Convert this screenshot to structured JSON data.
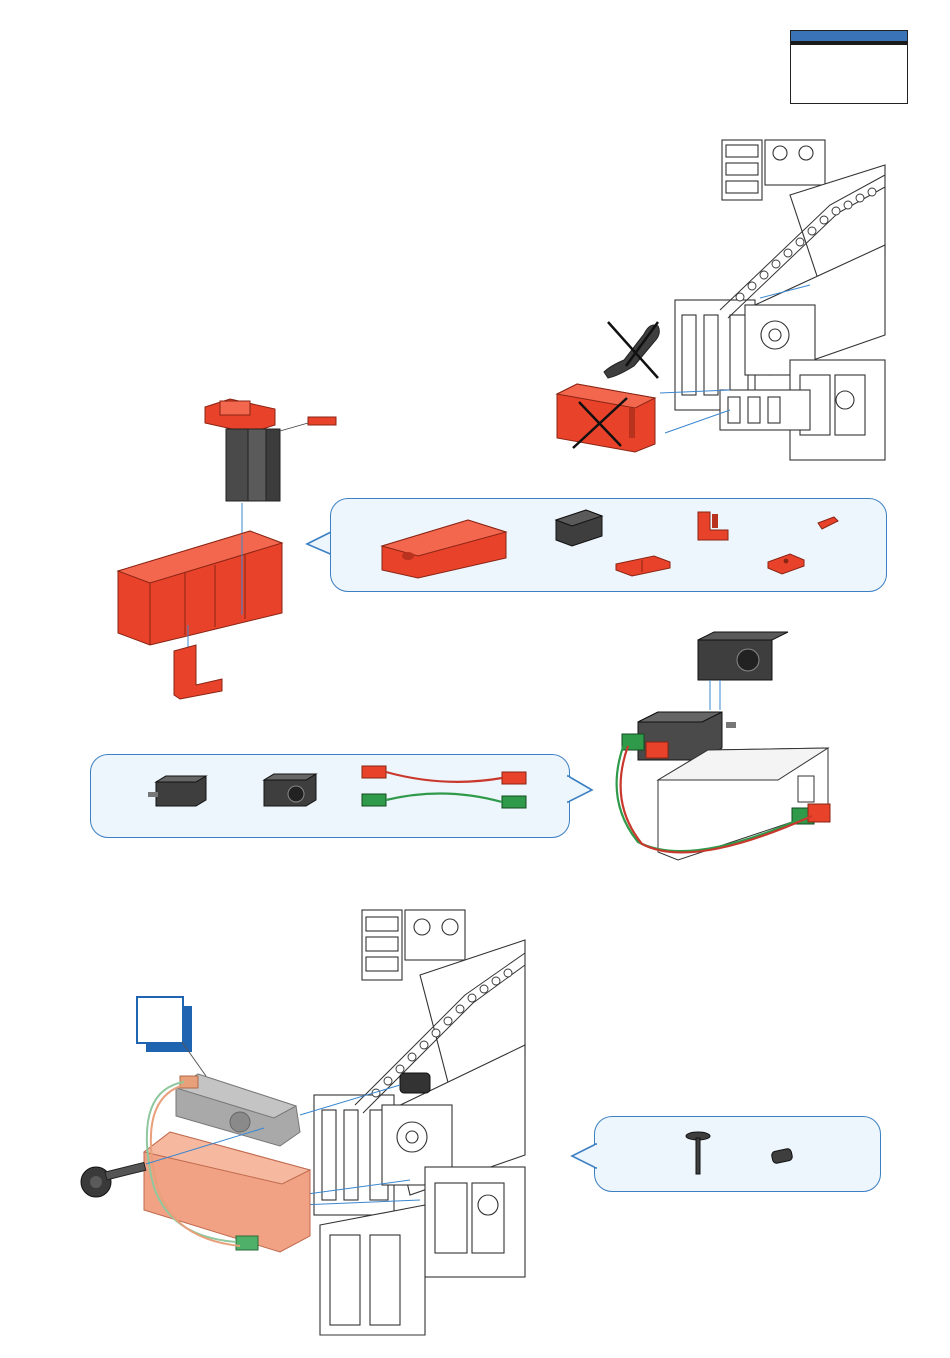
{
  "page": {
    "corner_marker": {
      "accent_color": "#3a73b8",
      "bar_color": "#1a1a1a"
    },
    "step_badge": {
      "color": "#1f64b1"
    }
  },
  "colors": {
    "part_red": "#e8432a",
    "part_dark": "#4a4a4a",
    "callout_border": "#3c7fc2",
    "callout_fill": "#eef6fd",
    "cable_red": "#c8382c",
    "cable_green": "#2f9a4a",
    "guide_line": "#3a87d0"
  },
  "callouts": [
    {
      "id": "parts-red-set",
      "icons": [
        "battery-box-icon",
        "building-block-dark-icon",
        "angle-block-icon",
        "flat-plate-icon",
        "small-plate-icon",
        "connector-pin-icon"
      ]
    },
    {
      "id": "parts-electrical",
      "icons": [
        "switch-module-icon",
        "motor-unit-icon",
        "red-cable-icon",
        "green-cable-icon"
      ]
    },
    {
      "id": "parts-axle",
      "icons": [
        "axle-pin-icon",
        "sleeve-icon"
      ]
    }
  ],
  "illustrations": [
    "crane-frame-top-icon",
    "removed-lever-icon",
    "removed-red-block-icon",
    "red-battery-assembly-icon",
    "motor-switch-assembly-icon",
    "crane-frame-bottom-icon",
    "gear-axle-icon"
  ]
}
